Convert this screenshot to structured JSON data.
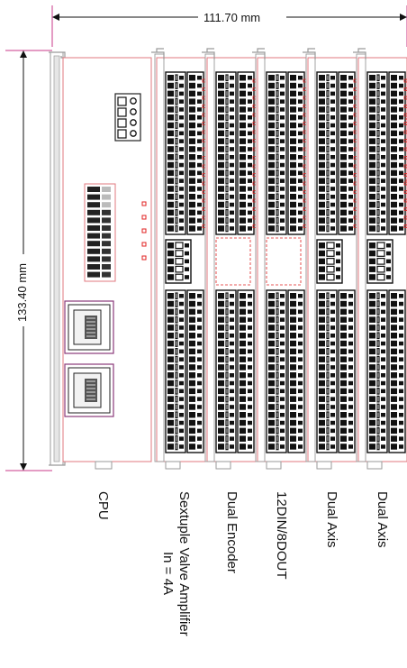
{
  "dimensions": {
    "width_label": "111.70 mm",
    "height_label": "133.40 mm"
  },
  "modules": [
    {
      "id": "cpu",
      "label": "CPU"
    },
    {
      "id": "valve-amp",
      "label": "Sextuple Valve Amplifier",
      "sublabel": "In = 4A"
    },
    {
      "id": "dual-encoder",
      "label": "Dual Encoder"
    },
    {
      "id": "dio",
      "label": "12DIN/8DOUT"
    },
    {
      "id": "dual-axis-1",
      "label": "Dual Axis"
    },
    {
      "id": "dual-axis-2",
      "label": "Dual Axis"
    }
  ],
  "colors": {
    "outline": "#e0787f",
    "dimension": "#c8398a",
    "terminal": "#111111",
    "rail": "#9a9a9a",
    "accent": "#e02020"
  }
}
